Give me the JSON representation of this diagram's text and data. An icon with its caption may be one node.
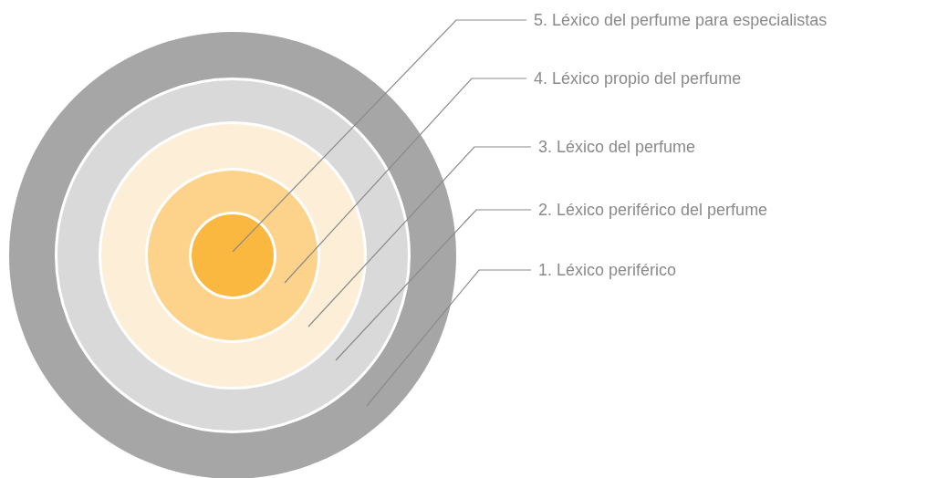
{
  "diagram": {
    "nodes": [
      {
        "text": [],
        "shape": "circle"
      },
      {
        "text": [],
        "shape": "circle",
        "in": 0
      },
      {
        "text": [],
        "shape": "circle",
        "in": 1
      },
      {
        "text": [],
        "shape": "circle",
        "in": 2
      },
      {
        "text": [],
        "shape": "circle",
        "in": 3
      },
      {
        "text": [
          "5. Léxico del perfume para especialistas"
        ]
      },
      {
        "text": [
          "4. Léxico propio del perfume"
        ]
      },
      {
        "text": [
          "3. Léxico del perfume"
        ]
      },
      {
        "text": [
          "2. Léxico periférico del perfume"
        ]
      },
      {
        "text": [
          "1. Léxico periférico"
        ]
      }
    ],
    "edges": [
      {
        "from": 5,
        "to": 4,
        "arrow": "none"
      },
      {
        "from": 6,
        "to": 3,
        "arrow": "none"
      },
      {
        "from": 7,
        "to": 2,
        "arrow": "none"
      },
      {
        "from": 8,
        "to": 1,
        "arrow": "none"
      },
      {
        "from": 9,
        "to": 0,
        "arrow": "none"
      }
    ]
  }
}
